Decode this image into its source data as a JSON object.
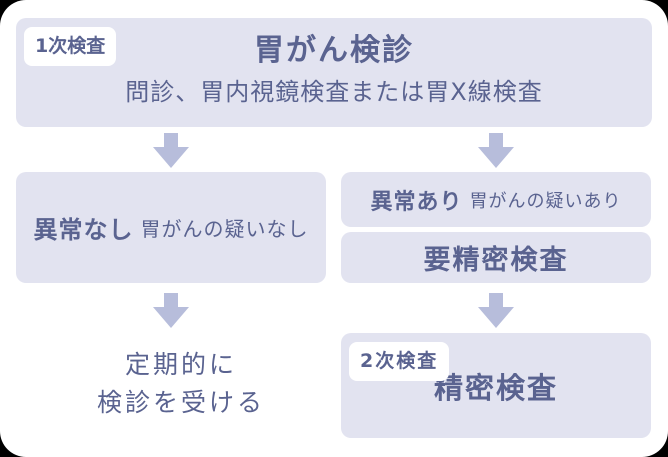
{
  "colors": {
    "page_bg": "#ffffff",
    "outside_bg": "#000000",
    "box_bg": "#e2e3f0",
    "arrow": "#b7bddb",
    "text": "#5a6390",
    "badge_bg": "#ffffff"
  },
  "flow": {
    "primary": {
      "badge": "1次検査",
      "title": "胃がん検診",
      "subtitle": "問診、胃内視鏡検査または胃X線検査"
    },
    "left_branch": {
      "result_bold": "異常なし",
      "result_note": "胃がんの疑いなし",
      "outcome_line1": "定期的に",
      "outcome_line2": "検診を受ける"
    },
    "right_branch": {
      "result_bold": "異常あり",
      "result_note": "胃がんの疑いあり",
      "action": "要精密検査",
      "secondary_badge": "2次検査",
      "secondary_title": "精密検査"
    }
  }
}
